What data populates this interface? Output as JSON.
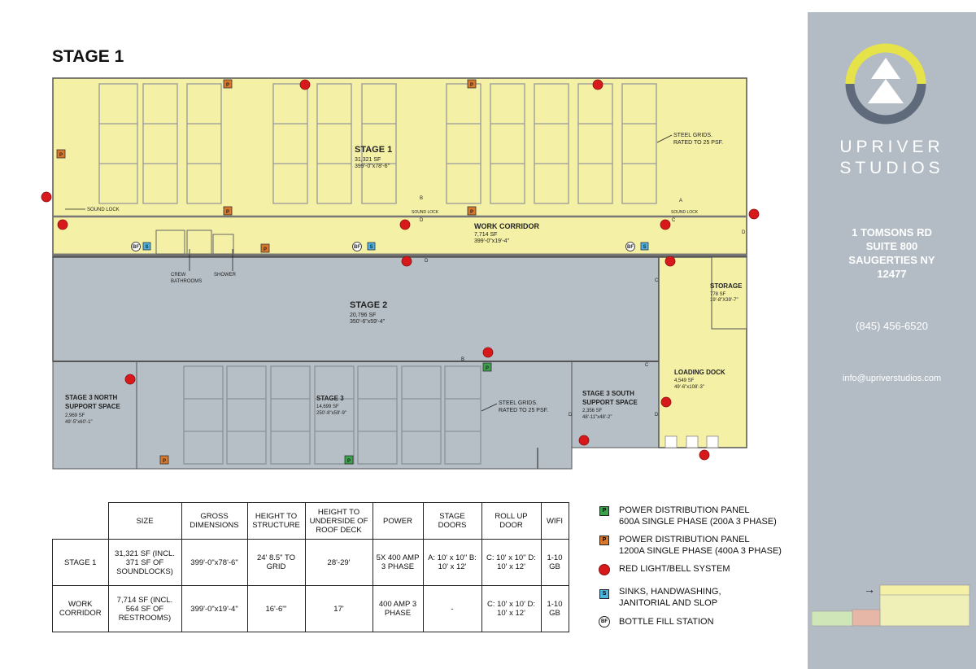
{
  "page_title": "STAGE 1",
  "plan": {
    "stage1": {
      "name": "STAGE 1",
      "area": "31,321 SF",
      "dims": "399'-0\"x78'-6\""
    },
    "steel_note_1": [
      "STEEL GRIDS.",
      "RATED TO 25 PSF."
    ],
    "work_corridor": {
      "name": "WORK CORRIDOR",
      "area": "7,714 SF",
      "dims": "399'-0\"x19'-4\""
    },
    "sound_lock_left": "SOUND LOCK",
    "sound_lock_mid": "SOUND LOCK",
    "sound_lock_right": "SOUND LOCK",
    "crew_bathrooms": [
      "CREW",
      "BATHROOMS"
    ],
    "shower": "SHOWER",
    "stage2": {
      "name": "STAGE 2",
      "area": "20,796 SF",
      "dims": "350'-6\"x59'-4\""
    },
    "storage": {
      "name": "STORAGE",
      "area": "778 SF",
      "dims": "19'-8\"X39'-7\""
    },
    "loading_dock": {
      "name": "LOADING DOCK",
      "area": "4,549 SF",
      "dims": "49'-6\"x108'-3\""
    },
    "stage3_north": {
      "name": [
        "STAGE 3 NORTH",
        "SUPPORT SPACE"
      ],
      "area": "2,969 SF",
      "dims": "49'-5\"x60'-1\""
    },
    "stage3": {
      "name": "STAGE 3",
      "area": "14,699 SF",
      "dims": "250'-8\"x59'-9\""
    },
    "steel_note_2": [
      "STEEL GRIDS.",
      "RATED TO 25 PSF."
    ],
    "stage3_south": {
      "name": [
        "STAGE 3 SOUTH",
        "SUPPORT SPACE"
      ],
      "area": "2,356 SF",
      "dims": "48'-11\"x48'-2\""
    },
    "door_letters": {
      "A": "A",
      "B": "B",
      "C": "C",
      "D": "D"
    },
    "marker_letters": {
      "P": "P",
      "S": "S",
      "BF": "BF"
    }
  },
  "table": {
    "headers": [
      "SIZE",
      "GROSS DIMENSIONS",
      "HEIGHT TO STRUCTURE",
      "HEIGHT TO UNDERSIDE OF ROOF DECK",
      "POWER",
      "STAGE DOORS",
      "ROLL UP DOOR",
      "WIFI"
    ],
    "rows": [
      {
        "label": "STAGE 1",
        "cells": [
          "31,321 SF (INCL. 371 SF OF SOUNDLOCKS)",
          "399'-0\"x78'-6\"",
          "24' 8.5\" TO GRID",
          "28'-29'",
          "5X 400 AMP 3 PHASE",
          "A: 10' x 10'' B: 10' x 12'",
          "C: 10' x 10'' D: 10' x 12'",
          "1-10 GB"
        ]
      },
      {
        "label": "WORK CORRIDOR",
        "cells": [
          "7,714 SF (INCL. 564 SF OF RESTROOMS)",
          "399'-0\"x19'-4\"",
          "16'-6\"'",
          "17'",
          "400 AMP 3 PHASE",
          "-",
          "C: 10' x 10' D: 10' x 12'",
          "1-10 GB"
        ]
      }
    ]
  },
  "legend": [
    {
      "symbol": "P",
      "color": "#3aa24a",
      "lines": [
        "POWER DISTRIBUTION PANEL",
        "600A SINGLE PHASE (200A 3 PHASE)"
      ]
    },
    {
      "symbol": "P",
      "color": "#d9782a",
      "lines": [
        "POWER DISTRIBUTION PANEL",
        "1200A SINGLE PHASE (400A 3 PHASE)"
      ]
    },
    {
      "symbol": "",
      "color": "#d7191c",
      "lines": [
        "RED LIGHT/BELL SYSTEM"
      ]
    },
    {
      "symbol": "S",
      "color": "#4fb3e0",
      "lines": [
        "SINKS, HANDWASHING,",
        "JANITORIAL AND SLOP"
      ]
    },
    {
      "symbol": "BF",
      "color": "#ffffff",
      "lines": [
        "BOTTLE FILL STATION"
      ]
    }
  ],
  "sidebar": {
    "brand_line1": "UPRIVER",
    "brand_line2": "STUDIOS",
    "address": [
      "1 TOMSONS RD",
      "SUITE 800",
      "SAUGERTIES NY",
      "12477"
    ],
    "phone": "(845) 456-6520",
    "email": "info@upriverstudios.com"
  },
  "colors": {
    "stage_yellow": "#f4f0a6",
    "stage_gray": "#b6bfc6",
    "sidebar": "#b3bcc4",
    "logo_yellow": "#e6e24a",
    "logo_gray": "#5f6b7a"
  }
}
